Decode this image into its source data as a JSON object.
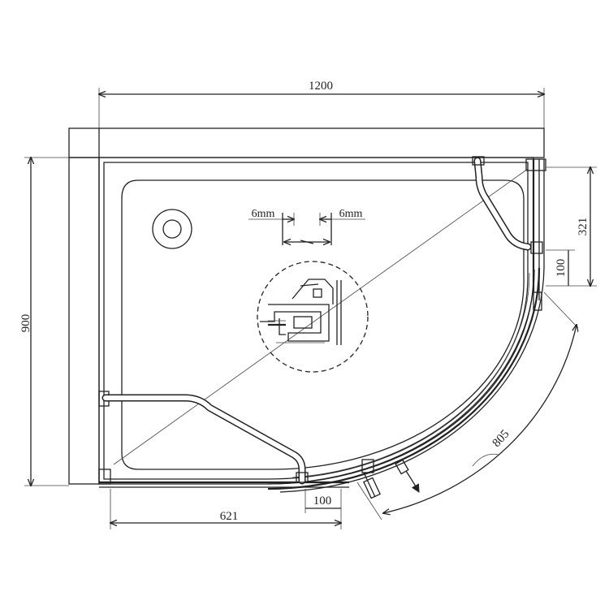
{
  "dimensions": {
    "top_width": "1200",
    "left_height": "900",
    "right_upper": "321",
    "right_lower": "100",
    "bottom_width": "621",
    "bottom_small": "100",
    "arc_length": "805",
    "gap_left": "6mm",
    "gap_right": "6mm"
  }
}
